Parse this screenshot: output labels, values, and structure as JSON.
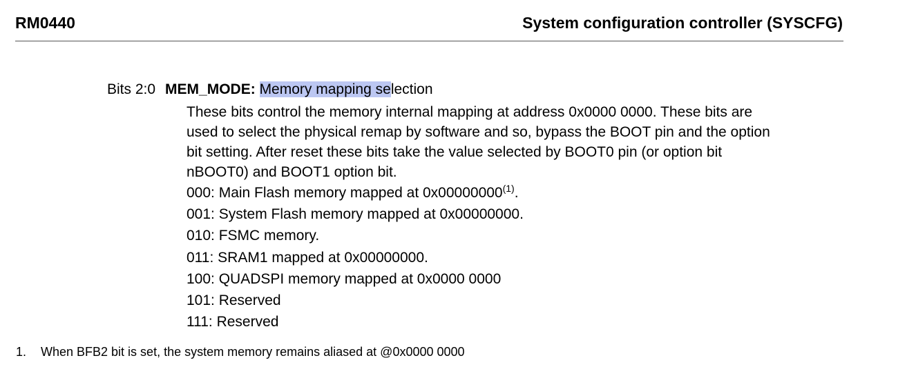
{
  "header": {
    "doc_id": "RM0440",
    "section_title": "System configuration controller (SYSCFG)"
  },
  "bitfield": {
    "bits": "Bits 2:0",
    "name": "MEM_MODE:",
    "title_highlighted": "Memory mapping se",
    "title_rest": "lection",
    "description_lines": [
      "These bits control the memory internal mapping at address 0x0000 0000. These bits are",
      "used to select the physical remap by software and so, bypass the BOOT pin and the option",
      "bit setting. After reset these bits take the value selected by BOOT0 pin (or option bit",
      "nBOOT0) and BOOT1 option bit."
    ],
    "options": [
      {
        "text": "000: Main Flash memory mapped at 0x00000000",
        "sup": "(1)",
        "tail": "."
      },
      {
        "text": "001: System Flash memory mapped at 0x00000000.",
        "sup": "",
        "tail": ""
      },
      {
        "text": "010: FSMC memory.",
        "sup": "",
        "tail": ""
      },
      {
        "text": "011: SRAM1 mapped at 0x00000000.",
        "sup": "",
        "tail": ""
      },
      {
        "text": "100: QUADSPI memory mapped at 0x0000 0000",
        "sup": "",
        "tail": ""
      },
      {
        "text": "101: Reserved",
        "sup": "",
        "tail": ""
      },
      {
        "text": "111: Reserved",
        "sup": "",
        "tail": ""
      }
    ]
  },
  "footnote": {
    "number": "1.",
    "text": "When BFB2 bit is set, the system memory remains aliased at @0x0000 0000"
  },
  "colors": {
    "selection_highlight": "#bcc7f2",
    "rule": "#555555"
  }
}
